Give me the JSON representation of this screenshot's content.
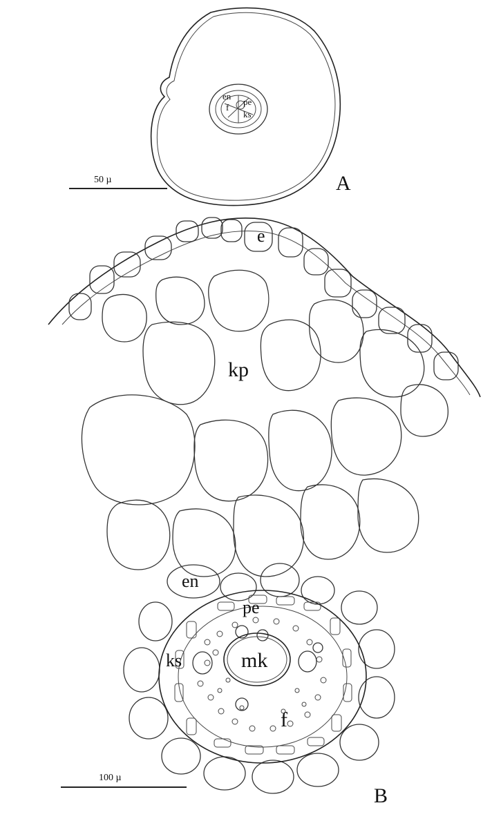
{
  "panelA": {
    "panel_letter": "A",
    "scale_label": "50 µ",
    "labels": {
      "en": "en",
      "pe": "pe",
      "f": "f",
      "ks": "ks"
    }
  },
  "panelB": {
    "panel_letter": "B",
    "scale_label": "100 µ",
    "labels": {
      "e": "e",
      "kp": "kp",
      "en": "en",
      "pe": "pe",
      "ks": "ks",
      "mk": "mk",
      "f": "f"
    }
  }
}
